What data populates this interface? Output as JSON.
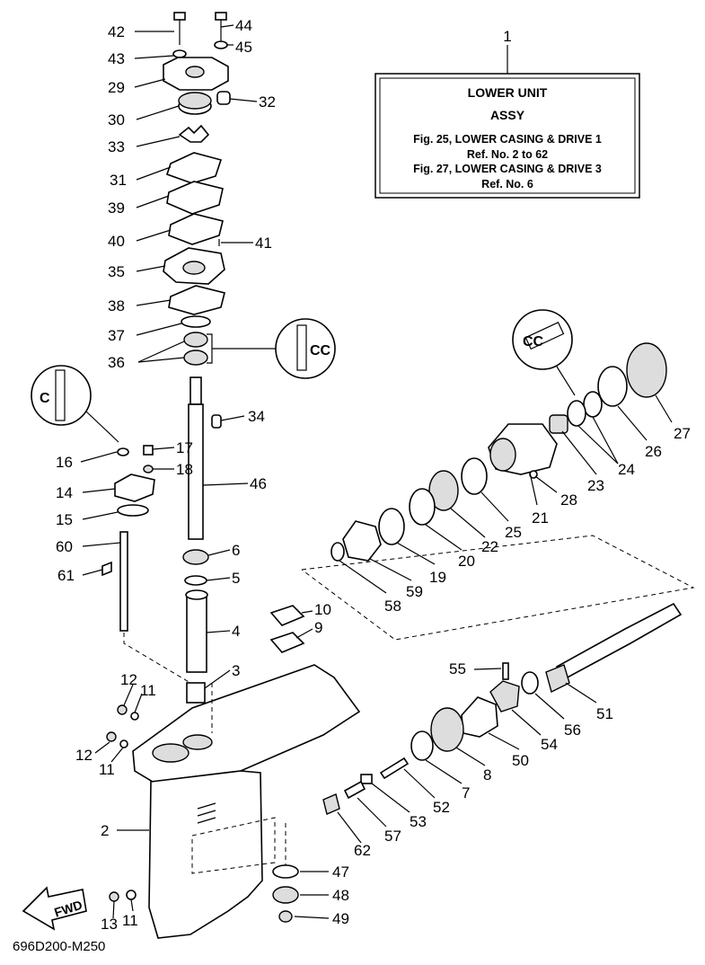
{
  "info_box": {
    "ref_number": "1",
    "title_line1": "LOWER UNIT",
    "title_line2": "ASSY",
    "line3": "Fig. 25, LOWER CASING & DRIVE 1",
    "line4": "Ref. No. 2 to 62",
    "line5": "Fig. 27, LOWER CASING & DRIVE 3",
    "line6": "Ref. No. 6"
  },
  "fwd_label": "FWD",
  "drawing_code": "696D200-M250",
  "callouts": {
    "c42": "42",
    "c44": "44",
    "c43": "43",
    "c45": "45",
    "c29": "29",
    "c32": "32",
    "c30": "30",
    "c33": "33",
    "c31": "31",
    "c39": "39",
    "c40": "40",
    "c41": "41",
    "c35": "35",
    "c38": "38",
    "c37": "37",
    "c36": "36",
    "c34": "34",
    "c46": "46",
    "c16": "16",
    "c17": "17",
    "c18": "18",
    "c14": "14",
    "c15": "15",
    "c60": "60",
    "c61": "61",
    "c6": "6",
    "c5": "5",
    "c4": "4",
    "c10": "10",
    "c9": "9",
    "c3": "3",
    "c12a": "12",
    "c11a": "11",
    "c12b": "12",
    "c11b": "11",
    "c2": "2",
    "c13": "13",
    "c11c": "11",
    "c27": "27",
    "c26": "26",
    "c24": "24",
    "c23": "23",
    "c21": "21",
    "c28": "28",
    "c25": "25",
    "c22": "22",
    "c20": "20",
    "c19": "19",
    "c59": "59",
    "c58": "58",
    "c55": "55",
    "c51": "51",
    "c56": "56",
    "c54": "54",
    "c50": "50",
    "c8": "8",
    "c7": "7",
    "c52": "52",
    "c53": "53",
    "c57": "57",
    "c62": "62",
    "c47": "47",
    "c48": "48",
    "c49": "49"
  }
}
